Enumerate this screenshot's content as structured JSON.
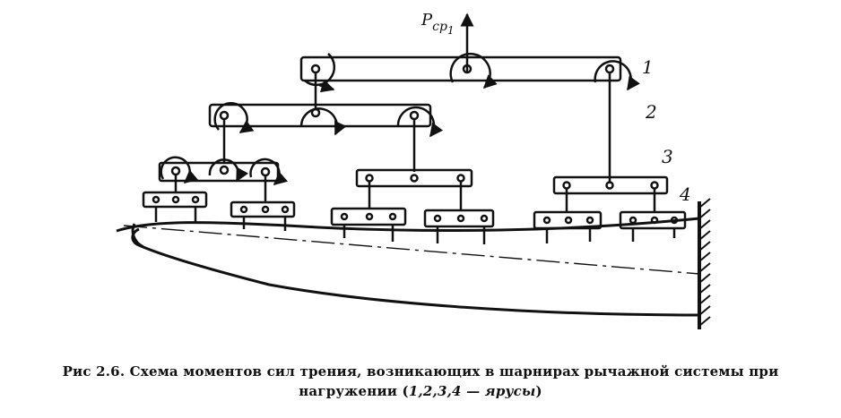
{
  "figure": {
    "force_label": "P",
    "force_subscript": "ср",
    "force_index": "1",
    "tier_labels": [
      "1",
      "2",
      "3",
      "4"
    ]
  },
  "caption": {
    "line1": "Рис 2.6. Схема моментов сил трения, возникающих в шарнирах рычажной системы при",
    "line2_text": "нагружении (",
    "line2_italic": "1,2,3,4 — ярусы",
    "line2_end": ")"
  }
}
